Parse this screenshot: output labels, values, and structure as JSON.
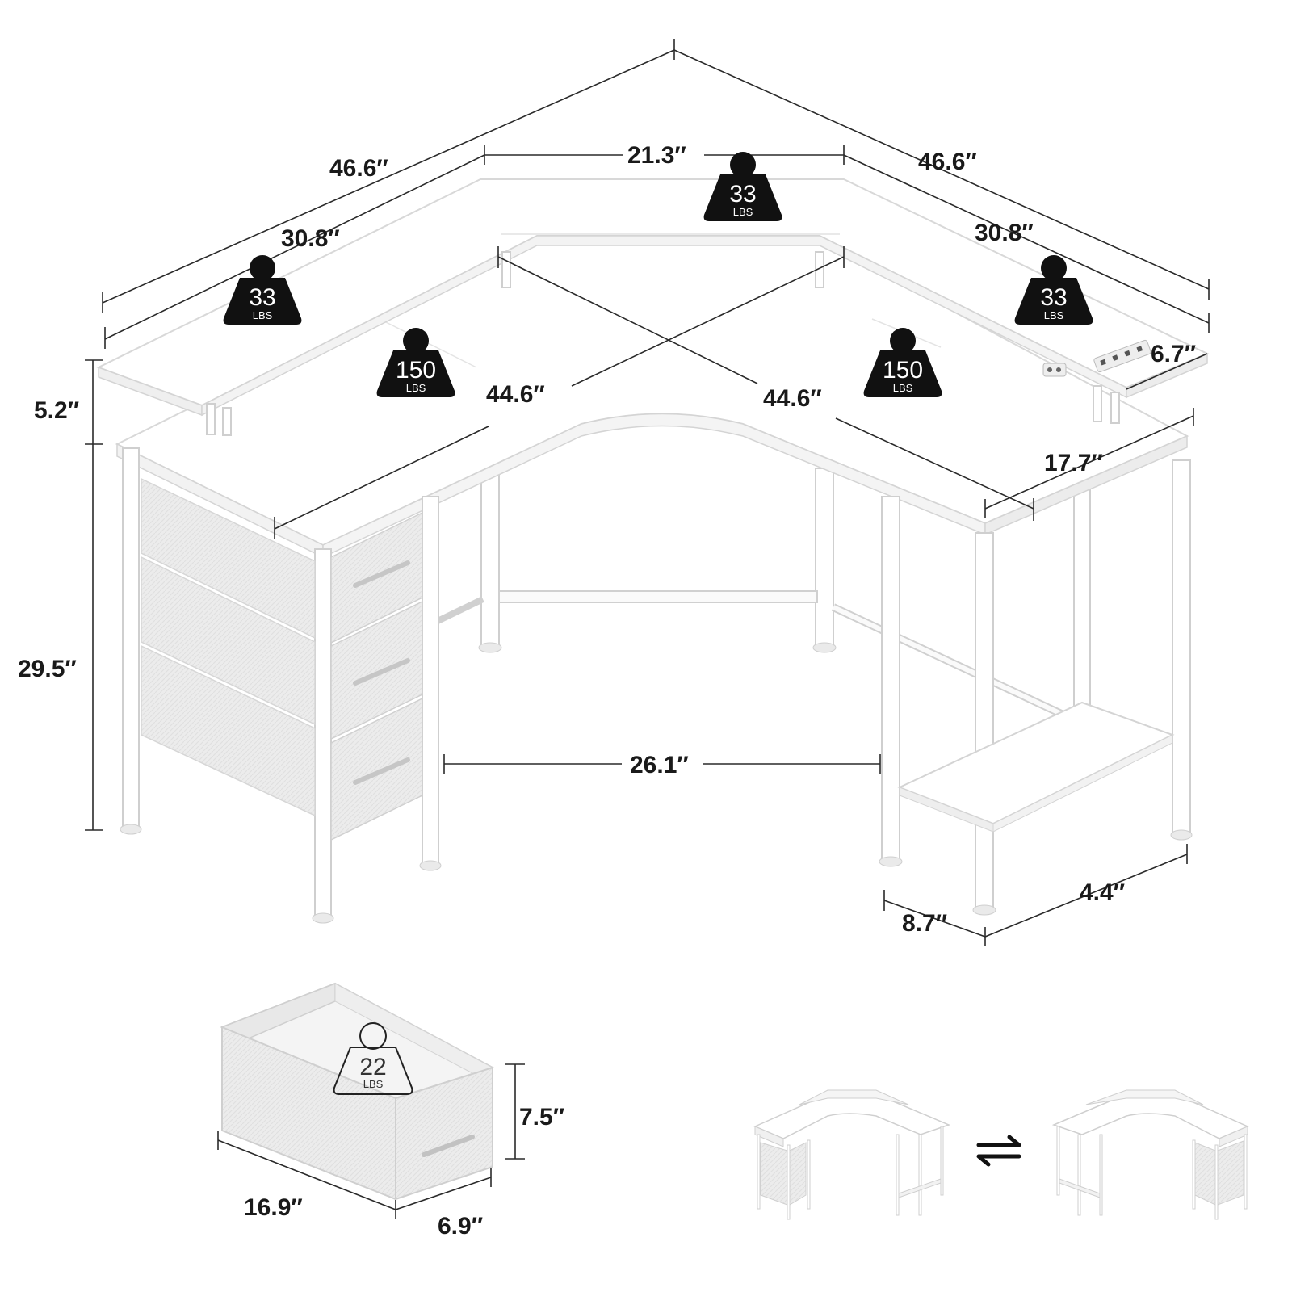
{
  "colors": {
    "background": "#ffffff",
    "desk_white": "#ffffff",
    "edge_gray": "#d4d4d4",
    "fabric_gray": "#ebebeb",
    "weight_badge": "#111111",
    "dimension_text": "#1a1a1a"
  },
  "dimensions": {
    "overall_left": "46.6″",
    "overall_right": "46.6″",
    "shelf_center": "21.3″",
    "shelf_left": "30.8″",
    "shelf_right": "30.8″",
    "shelf_depth": "6.7″",
    "shelf_height": "5.2″",
    "desk_height": "29.5″",
    "diag_left": "44.6″",
    "diag_right": "44.6″",
    "desk_depth": "17.7″",
    "knee_space": "26.1″",
    "leg_depth": "8.7″",
    "side_shelf": "4.4″",
    "drawer_height": "7.5″",
    "drawer_length": "16.9″",
    "drawer_width": "6.9″"
  },
  "weights": {
    "shelf_center": {
      "value": "33",
      "unit": "LBS"
    },
    "shelf_left": {
      "value": "33",
      "unit": "LBS"
    },
    "shelf_right": {
      "value": "33",
      "unit": "LBS"
    },
    "desk_left": {
      "value": "150",
      "unit": "LBS"
    },
    "desk_right": {
      "value": "150",
      "unit": "LBS"
    },
    "drawer": {
      "value": "22",
      "unit": "LBS"
    }
  },
  "icons": {
    "swap": "swap-arrows-icon"
  }
}
